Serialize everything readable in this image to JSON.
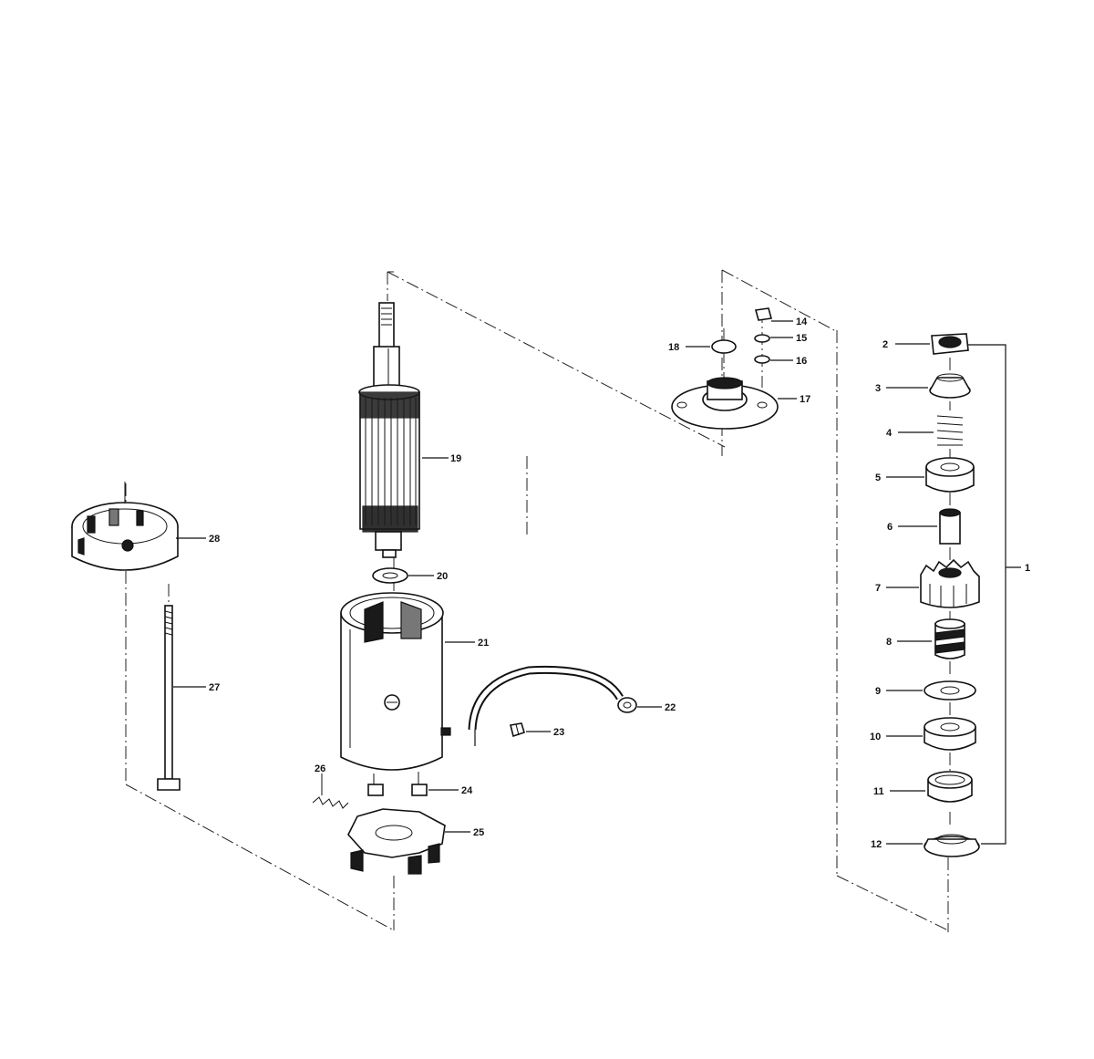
{
  "callouts": {
    "c1": "1",
    "c2": "2",
    "c3": "3",
    "c4": "4",
    "c5": "5",
    "c6": "6",
    "c7": "7",
    "c8": "8",
    "c9": "9",
    "c10": "10",
    "c11": "11",
    "c12": "12",
    "c14": "14",
    "c15": "15",
    "c16": "16",
    "c17": "17",
    "c18": "18",
    "c19": "19",
    "c20": "20",
    "c21": "21",
    "c22": "22",
    "c23": "23",
    "c24": "24",
    "c25": "25",
    "c26": "26",
    "c27": "27",
    "c28": "28"
  },
  "colors": {
    "ink": "#111111",
    "paper": "#ffffff"
  }
}
